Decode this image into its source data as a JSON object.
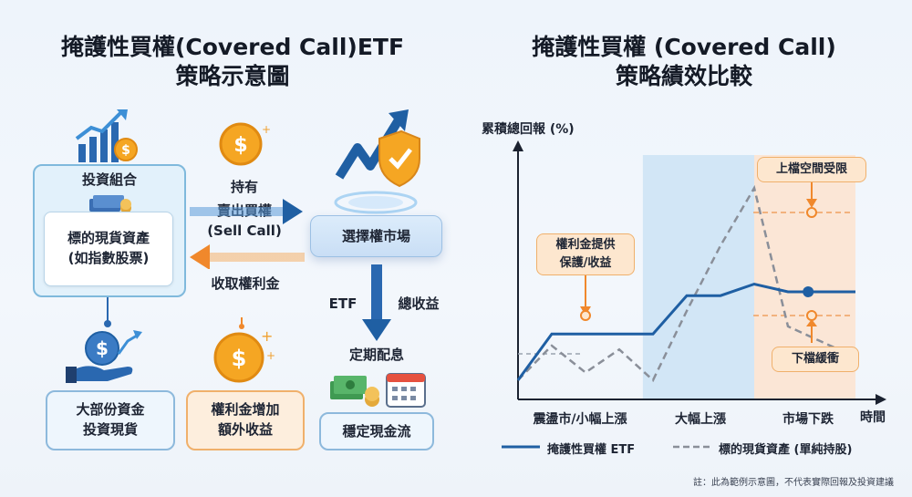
{
  "left_panel": {
    "title_line1": "掩護性買權(Covered Call)ETF",
    "title_line2": "策略示意圖",
    "portfolio_label": "投資組合",
    "asset_line1": "標的現貨資產",
    "asset_line2": "(如指數股票)",
    "hold_label": "持有",
    "sell_call_line1": "賣出買權",
    "sell_call_line2": "(Sell Call)",
    "collect_premium": "收取權利金",
    "market_label": "選擇權市場",
    "etf_label": "ETF",
    "total_return_label": "總收益",
    "distribution_label": "定期配息",
    "capital_line1": "大部份資金",
    "capital_line2": "投資現貨",
    "premium_line1": "權利金增加",
    "premium_line2": "額外收益",
    "cashflow_label": "穩定現金流"
  },
  "right_panel": {
    "title_line1": "掩護性買權 (Covered Call)",
    "title_line2": "策略績效比較",
    "callout_premium_line1": "權利金提供",
    "callout_premium_line2": "保護/收益",
    "callout_upside": "上檔空間受限",
    "callout_downside": "下檔緩衝",
    "legend_cc": "掩護性買權 ETF",
    "legend_spot": "標的現貨資產 (單純持股)",
    "note": "註：此為範例示意圖，不代表實際回報及投資建議"
  },
  "chart_data": {
    "type": "line",
    "title": "掩護性買權 (Covered Call) 策略績效比較",
    "ylabel": "累積總回報 (%)",
    "xlabel": "時間",
    "regions": [
      "震盪市/小幅上漲",
      "大幅上漲",
      "市場下跌"
    ],
    "x": [
      0,
      1,
      2,
      3,
      4,
      5,
      6,
      7,
      8,
      9,
      10
    ],
    "series": [
      {
        "name": "掩護性買權 ETF",
        "style": "solid",
        "color": "#1f5fa3",
        "values": [
          0,
          1.2,
          1.2,
          1.2,
          1.2,
          2.2,
          2.2,
          2.5,
          2.3,
          2.3,
          2.3
        ]
      },
      {
        "name": "標的現貨資產 (單純持股)",
        "style": "dashed",
        "color": "#8a8f99",
        "values": [
          0,
          0.9,
          0.2,
          0.8,
          0,
          1.8,
          3.5,
          5.0,
          1.4,
          1.0,
          0.6
        ]
      }
    ],
    "ylim": [
      -0.5,
      6
    ],
    "grid": false,
    "legend": "bottom"
  },
  "colors": {
    "accent_blue": "#1f5fa3",
    "accent_orange": "#f0882c",
    "rise_region": "#d2e6f6",
    "fall_region": "#fbe6d6"
  }
}
